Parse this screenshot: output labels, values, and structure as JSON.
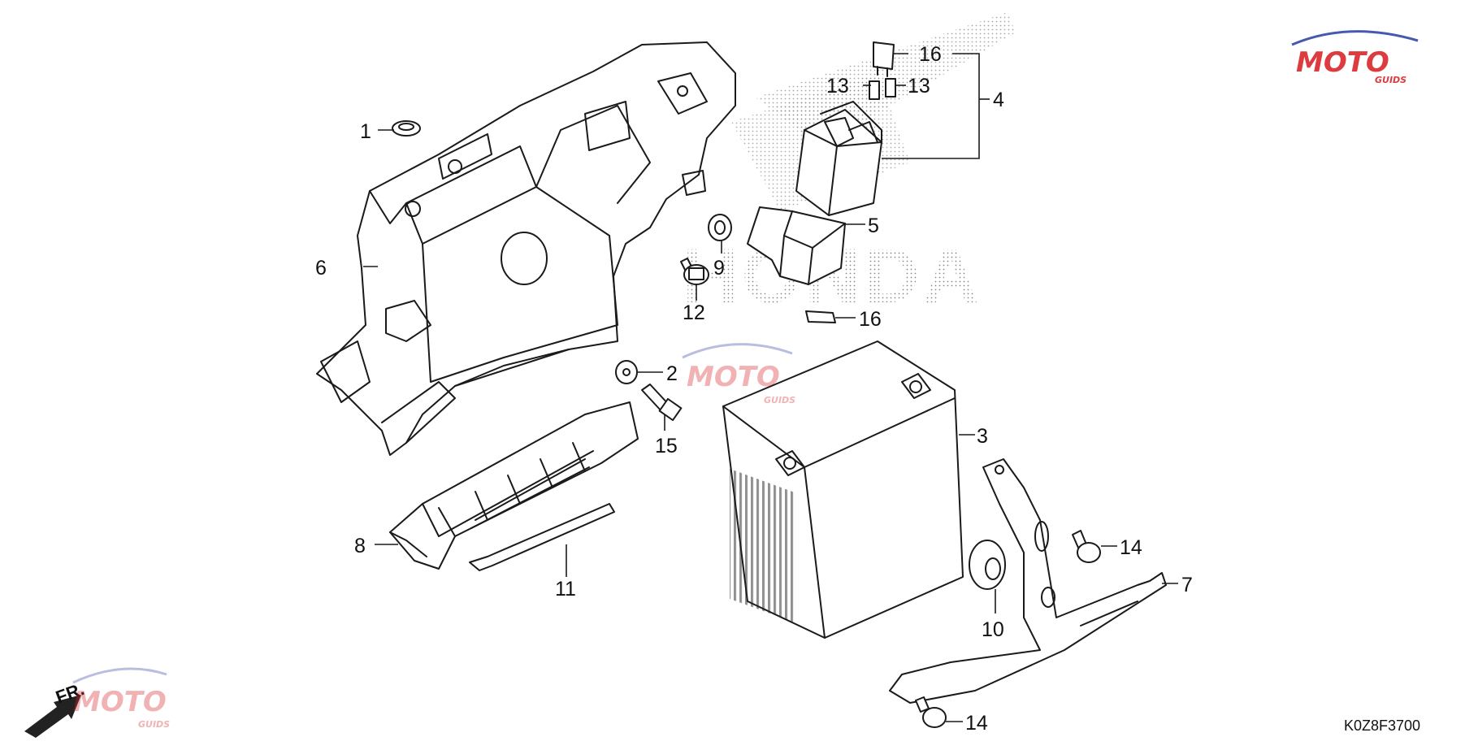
{
  "diagram": {
    "drawing_code": "K0Z8F3700",
    "direction_label": "FR.",
    "watermark": {
      "word": "MOTO",
      "subword": "GUIDS"
    },
    "background_brand": "HONDA",
    "callouts": [
      {
        "id": "c1",
        "label": "1"
      },
      {
        "id": "c2",
        "label": "2"
      },
      {
        "id": "c3",
        "label": "3"
      },
      {
        "id": "c4",
        "label": "4"
      },
      {
        "id": "c5",
        "label": "5"
      },
      {
        "id": "c6",
        "label": "6"
      },
      {
        "id": "c7",
        "label": "7"
      },
      {
        "id": "c8",
        "label": "8"
      },
      {
        "id": "c9",
        "label": "9"
      },
      {
        "id": "c10",
        "label": "10"
      },
      {
        "id": "c11",
        "label": "11"
      },
      {
        "id": "c12",
        "label": "12"
      },
      {
        "id": "c13a",
        "label": "13"
      },
      {
        "id": "c13b",
        "label": "13"
      },
      {
        "id": "c14a",
        "label": "14"
      },
      {
        "id": "c14b",
        "label": "14"
      },
      {
        "id": "c15",
        "label": "15"
      },
      {
        "id": "c16a",
        "label": "16"
      },
      {
        "id": "c16b",
        "label": "16"
      }
    ],
    "colors": {
      "line": "#1a1a1a",
      "watermark_red": "#d9262c",
      "watermark_blue": "#3347a8"
    }
  }
}
